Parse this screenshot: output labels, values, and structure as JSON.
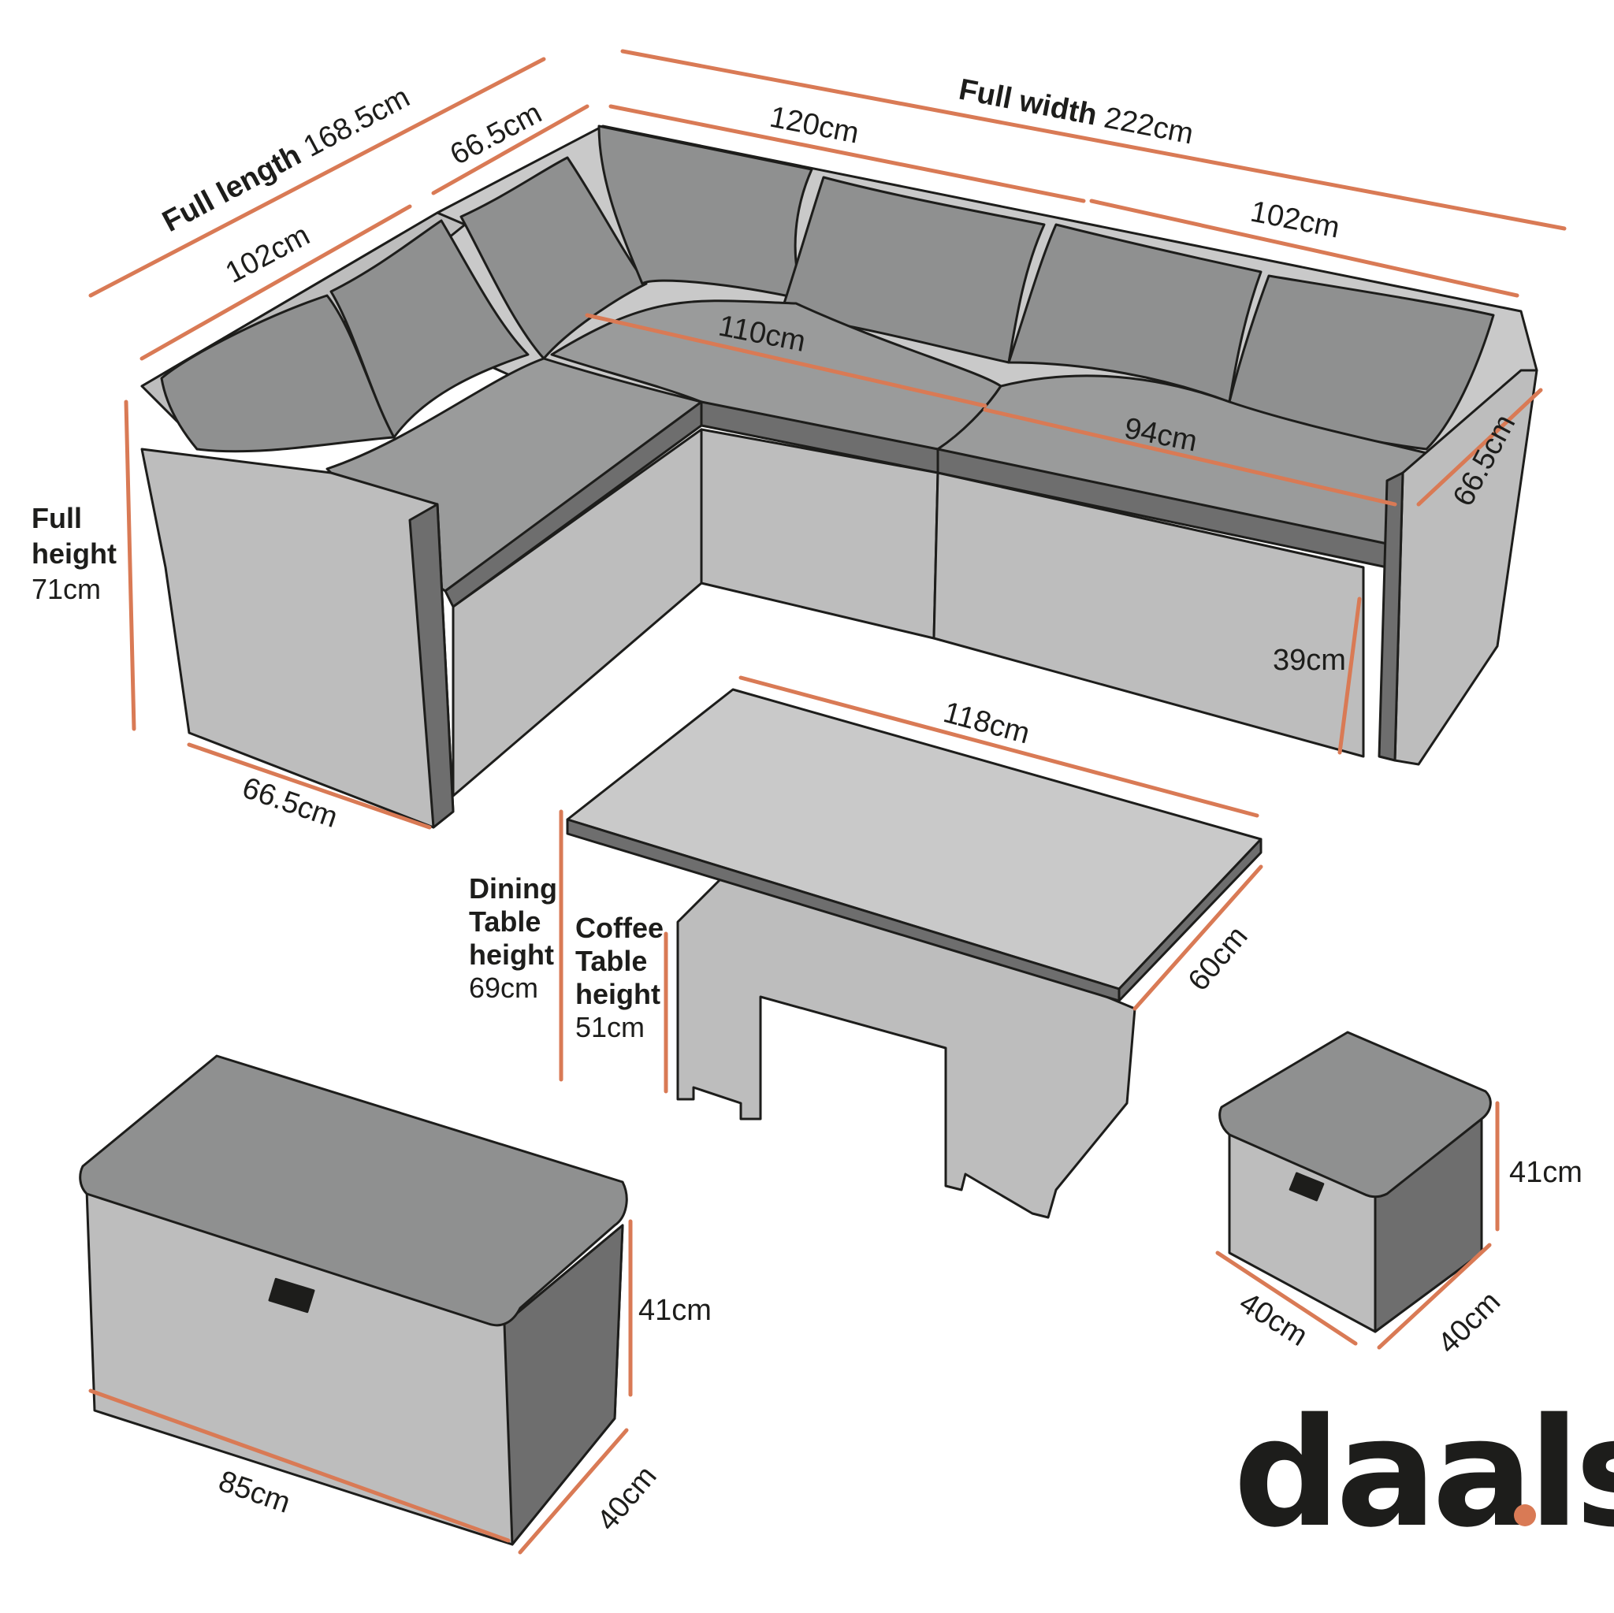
{
  "sofa": {
    "full_length_label": "Full length",
    "full_length_value": "168.5cm",
    "full_width_label": "Full width",
    "full_width_value": "222cm",
    "left_top_depth": "66.5cm",
    "left_length": "102cm",
    "back_center_width": "120cm",
    "back_right_width": "102cm",
    "seat_center_width": "110cm",
    "seat_right_width": "94cm",
    "right_depth": "66.5cm",
    "full_height_label_1": "Full",
    "full_height_label_2": "height",
    "full_height_value": "71cm",
    "seat_height": "39cm",
    "bottom_depth": "66.5cm"
  },
  "table": {
    "width": "118cm",
    "depth": "60cm",
    "dining_label_1": "Dining",
    "dining_label_2": "Table",
    "dining_label_3": "height",
    "dining_value": "69cm",
    "coffee_label_1": "Coffee",
    "coffee_label_2": "Table",
    "coffee_label_3": "height",
    "coffee_value": "51cm"
  },
  "bench": {
    "width": "85cm",
    "depth": "40cm",
    "height": "41cm"
  },
  "stool": {
    "width": "40cm",
    "depth": "40cm",
    "height": "41cm"
  },
  "brand": {
    "logo_text": "daals",
    "dot_color": "#d97a55"
  },
  "colors": {
    "dimension_line": "#d97a55",
    "frame": "#bdbdbd",
    "cushion": "#8f9090",
    "outline": "#1d1d1b"
  }
}
